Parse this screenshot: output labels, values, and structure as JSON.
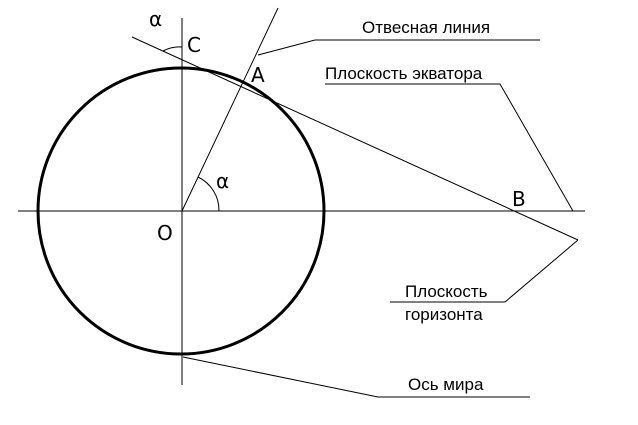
{
  "points": {
    "O": "O",
    "A": "A",
    "B": "B",
    "C": "C"
  },
  "angles": {
    "at_center": "α",
    "at_top": "α"
  },
  "labels": {
    "plumb_line": "Отвесная линия",
    "equator_plane": "Плоскость экватора",
    "horizon_plane_line1": "Плоскость",
    "horizon_plane_line2": "горизонта",
    "world_axis": "Ось мира"
  }
}
